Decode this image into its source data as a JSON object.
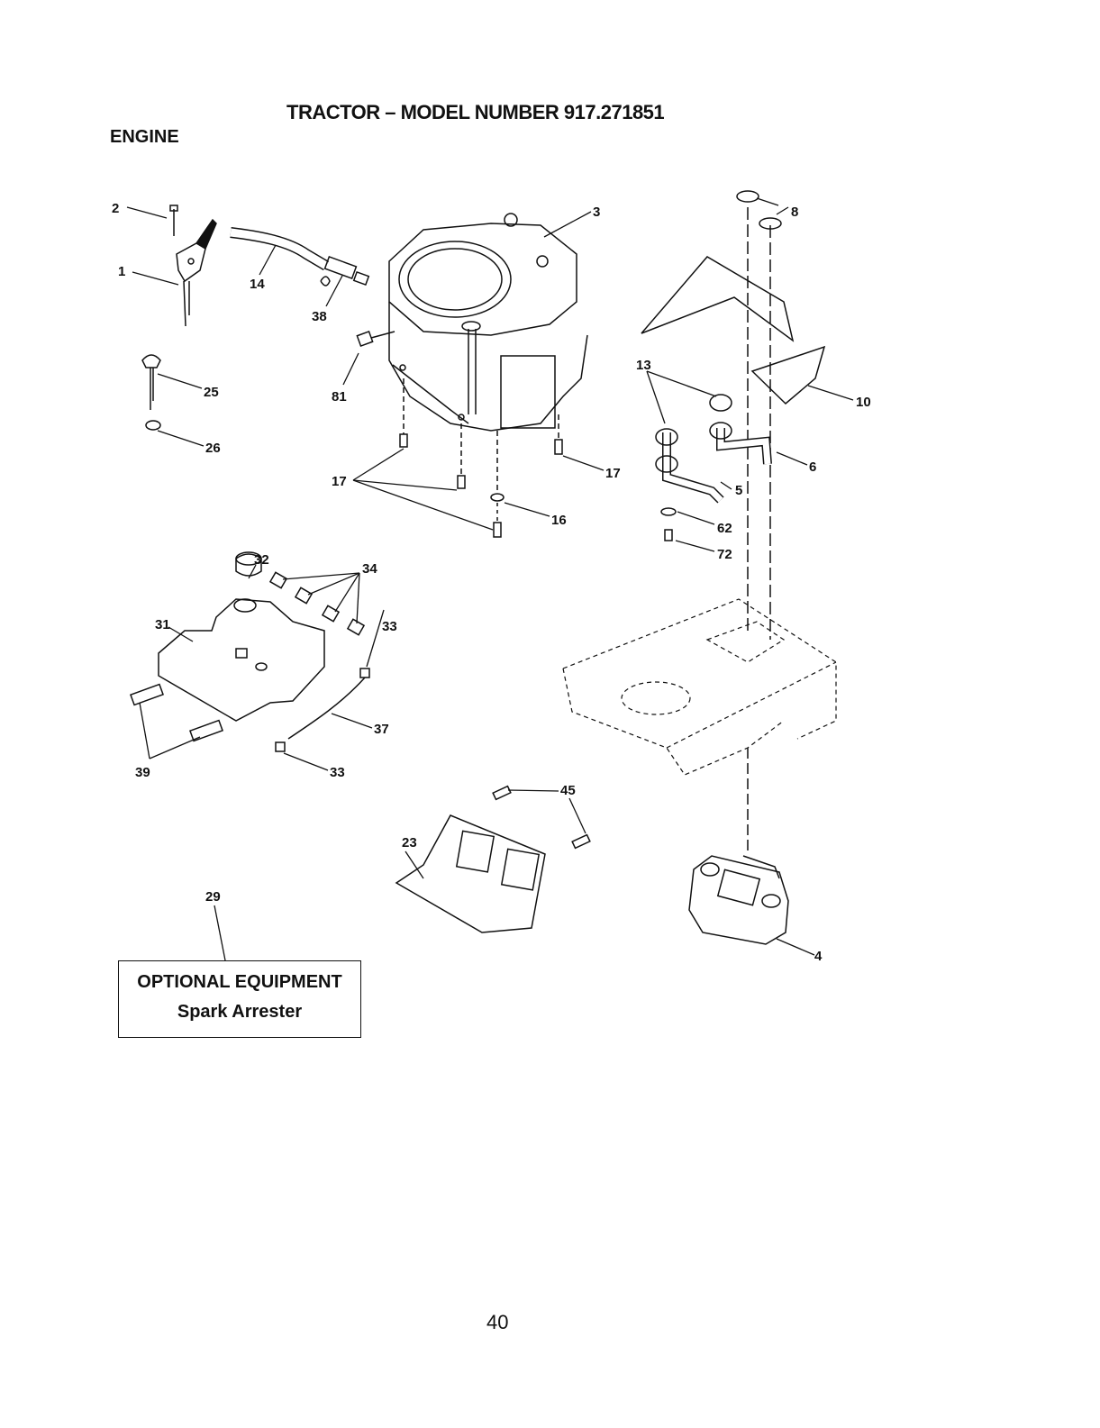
{
  "header": {
    "title": "TRACTOR – MODEL NUMBER 917.271851",
    "section": "ENGINE"
  },
  "callouts": {
    "c1": "1",
    "c2": "2",
    "c3": "3",
    "c4": "4",
    "c5": "5",
    "c6": "6",
    "c8": "8",
    "c10": "10",
    "c13": "13",
    "c14": "14",
    "c16": "16",
    "c17a": "17",
    "c17b": "17",
    "c23": "23",
    "c25": "25",
    "c26": "26",
    "c29": "29",
    "c31": "31",
    "c32": "32",
    "c33a": "33",
    "c33b": "33",
    "c34": "34",
    "c37": "37",
    "c38": "38",
    "c39": "39",
    "c45": "45",
    "c62": "62",
    "c72": "72",
    "c81": "81"
  },
  "optional_equipment": {
    "heading": "OPTIONAL EQUIPMENT",
    "item": "Spark Arrester"
  },
  "footer": {
    "page_number": "40"
  }
}
